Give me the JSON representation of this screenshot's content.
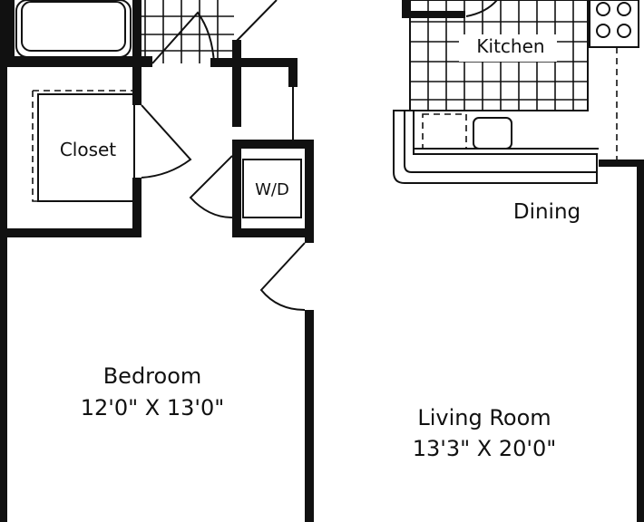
{
  "rooms": {
    "kitchen": {
      "label": "Kitchen"
    },
    "closet": {
      "label": "Closet"
    },
    "washer_dryer": {
      "label": "W/D"
    },
    "dining": {
      "label": "Dining"
    },
    "bedroom": {
      "label": "Bedroom",
      "dimensions": "12'0\" X 13'0\""
    },
    "living_room": {
      "label": "Living Room",
      "dimensions": "13'3\" X 20'0\""
    }
  },
  "colors": {
    "wall": "#111111",
    "background": "#ffffff"
  }
}
